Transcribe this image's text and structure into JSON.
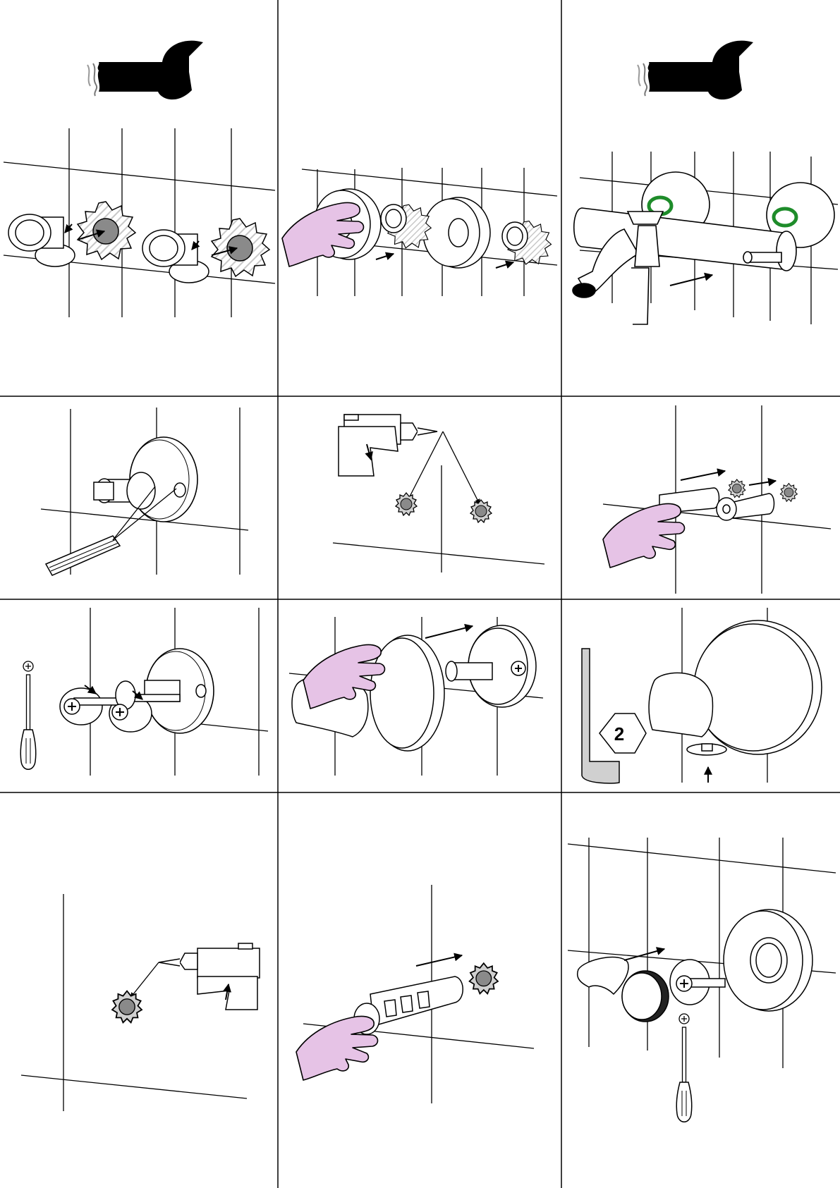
{
  "panels": [
    {
      "id": "step-1",
      "description": ""
    },
    {
      "id": "step-2",
      "description": ""
    },
    {
      "id": "step-3",
      "description": ""
    },
    {
      "id": "step-4",
      "description": ""
    },
    {
      "id": "step-5",
      "description": ""
    },
    {
      "id": "step-6",
      "description": ""
    },
    {
      "id": "step-7",
      "description": ""
    },
    {
      "id": "step-8",
      "description": ""
    },
    {
      "id": "step-9",
      "description": ""
    },
    {
      "id": "step-10",
      "description": ""
    },
    {
      "id": "step-11",
      "description": ""
    },
    {
      "id": "step-12",
      "description": ""
    }
  ],
  "hex_key_size": "2",
  "icons": [
    "wrench-icon",
    "hand-icon",
    "pencil-icon",
    "drill-icon",
    "wall-plug-icon",
    "screwdriver-icon",
    "hex-key-icon",
    "arrow-icon"
  ],
  "colors": {
    "line": "#000000",
    "hand": "#e6c3e6",
    "seal": "#1e8c2a",
    "hole": "#8a8a8a",
    "hatch": "#c8c8c8",
    "hex_key": "#d0d0d0"
  }
}
